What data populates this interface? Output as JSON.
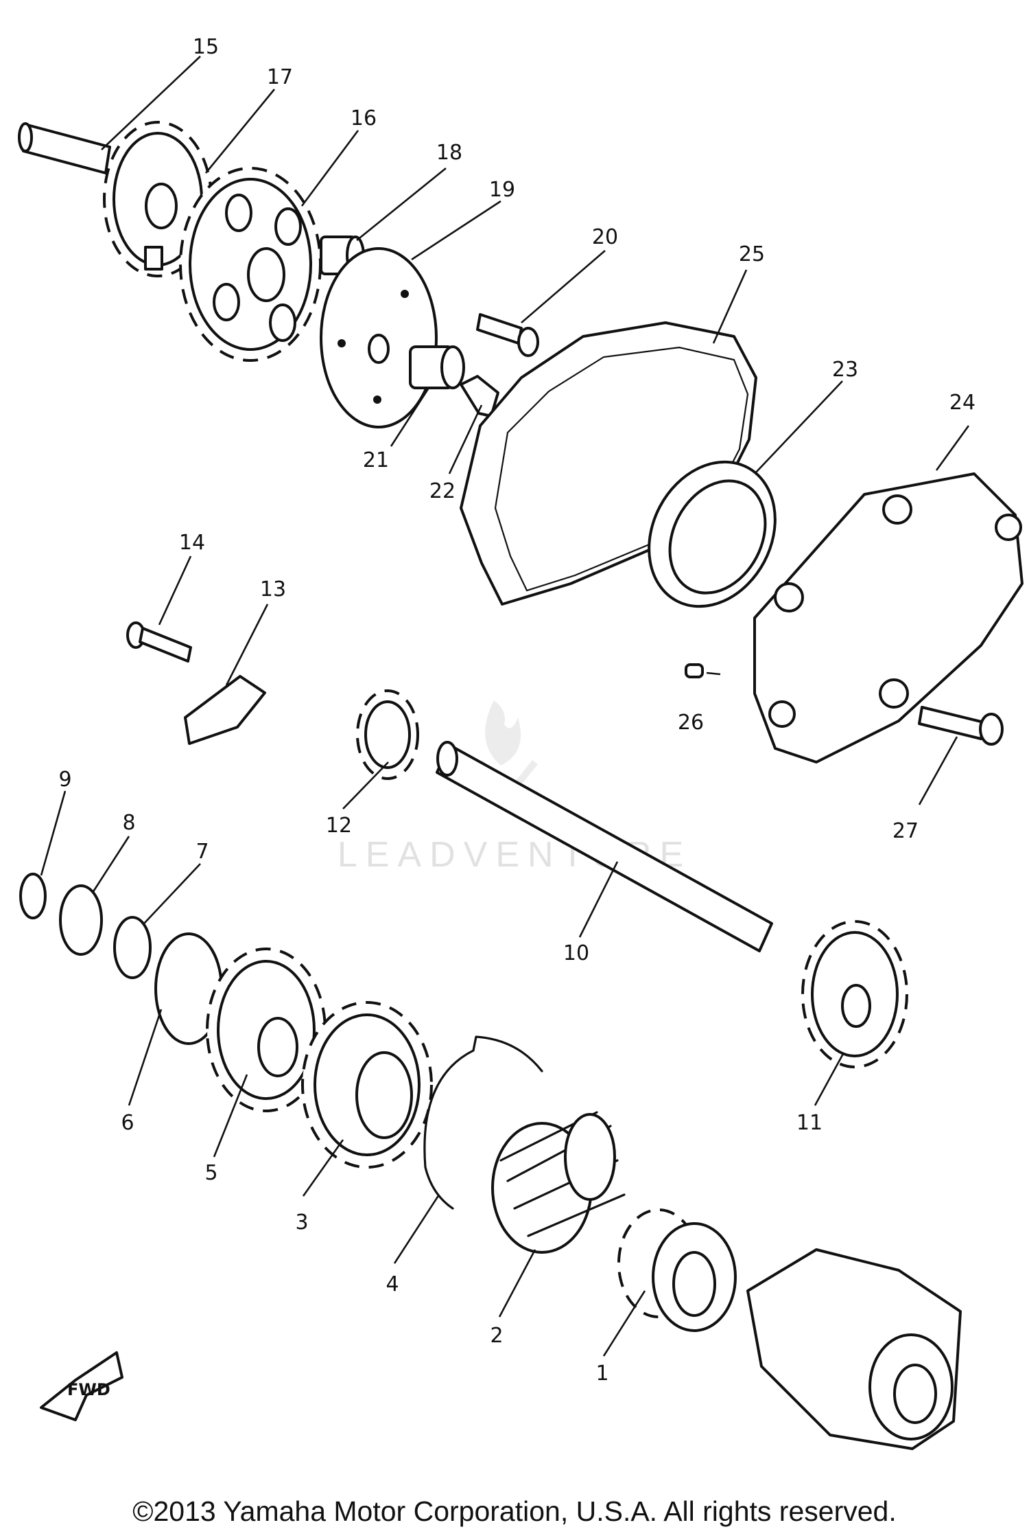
{
  "watermark": "LEADVENTURE",
  "fwd_label": "FWD",
  "footer": {
    "copyright": "©2013 Yamaha Motor Corporation, U.S.A. All rights reserved."
  },
  "parts": [
    {
      "id": "1",
      "label": "1"
    },
    {
      "id": "2",
      "label": "2"
    },
    {
      "id": "3",
      "label": "3"
    },
    {
      "id": "4",
      "label": "4"
    },
    {
      "id": "5",
      "label": "5"
    },
    {
      "id": "6",
      "label": "6"
    },
    {
      "id": "7",
      "label": "7"
    },
    {
      "id": "8",
      "label": "8"
    },
    {
      "id": "9",
      "label": "9"
    },
    {
      "id": "10",
      "label": "10"
    },
    {
      "id": "11",
      "label": "11"
    },
    {
      "id": "12",
      "label": "12"
    },
    {
      "id": "13",
      "label": "13"
    },
    {
      "id": "14",
      "label": "14"
    },
    {
      "id": "15",
      "label": "15"
    },
    {
      "id": "16",
      "label": "16"
    },
    {
      "id": "17",
      "label": "17"
    },
    {
      "id": "18",
      "label": "18"
    },
    {
      "id": "19",
      "label": "19"
    },
    {
      "id": "20",
      "label": "20"
    },
    {
      "id": "21",
      "label": "21"
    },
    {
      "id": "22",
      "label": "22"
    },
    {
      "id": "23",
      "label": "23"
    },
    {
      "id": "24",
      "label": "24"
    },
    {
      "id": "25",
      "label": "25"
    },
    {
      "id": "26",
      "label": "26"
    },
    {
      "id": "27",
      "label": "27"
    }
  ]
}
